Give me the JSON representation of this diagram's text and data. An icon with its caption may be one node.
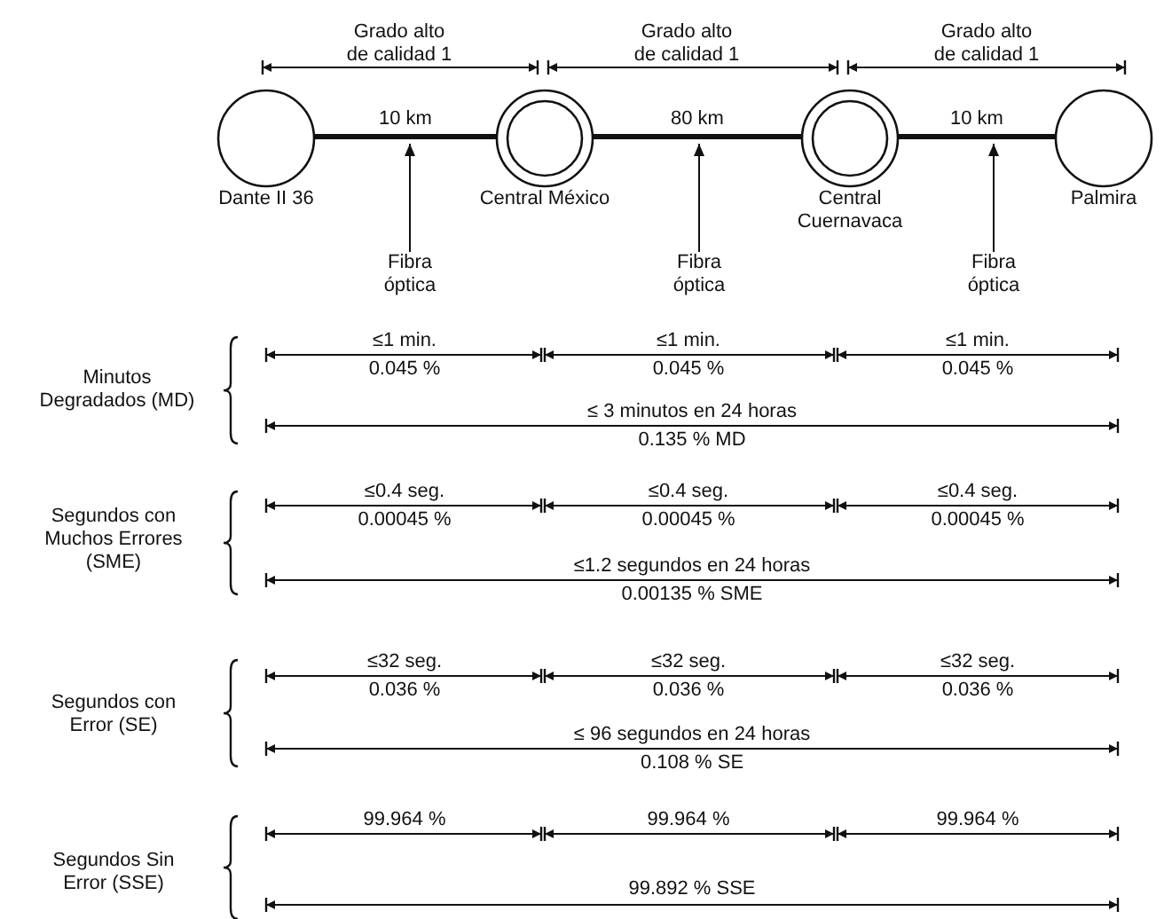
{
  "diagram": {
    "nodes": [
      {
        "text": [
          "Dante II 36"
        ]
      },
      {
        "text": [
          "Central México"
        ]
      },
      {
        "text": [
          "Central Cuernavaca"
        ]
      },
      {
        "text": [
          "Palmira"
        ]
      },
      {
        "text": [
          "Fibra óptica"
        ]
      },
      {
        "text": [
          "Fibra óptica"
        ]
      },
      {
        "text": [
          "Fibra óptica"
        ]
      }
    ],
    "edges": [
      {
        "from": 0,
        "to": 1,
        "arrow": "none",
        "label": "10 km",
        "style": "thick"
      },
      {
        "from": 1,
        "to": 2,
        "arrow": "none",
        "label": "80 km",
        "style": "thick"
      },
      {
        "from": 2,
        "to": 3,
        "arrow": "none",
        "label": "10 km",
        "style": "thick"
      },
      {
        "from": 4,
        "to": null,
        "arrow": "to"
      },
      {
        "from": 5,
        "to": null,
        "arrow": "to"
      },
      {
        "from": 6,
        "to": null,
        "arrow": "to"
      }
    ],
    "labels": [
      "Grado alto de calidad 1",
      "Grado alto de calidad 1",
      "Grado alto de calidad 1",
      "Minutos Degradados (MD)",
      "≤1 min.",
      "≤1 min.",
      "≤1 min.",
      "0.045 %",
      "0.045 %",
      "0.045 %",
      "≤ 3 minutos en 24 horas",
      "0.135 % MD",
      "Segundos con Muchos Errores (SME)",
      "≤0.4 seg.",
      "≤0.4 seg.",
      "≤0.4 seg.",
      "0.00045 %",
      "0.00045 %",
      "0.00045 %",
      "≤1.2 segundos en 24 horas",
      "0.00135 % SME",
      "Segundos con Error (SE)",
      "≤32 seg.",
      "≤32 seg.",
      "≤32 seg.",
      "0.036 %",
      "0.036 %",
      "0.036 %",
      "≤ 96 segundos en 24 horas",
      "0.108 % SE",
      "Segundos Sin Error (SSE)",
      "99.964 %",
      "99.964 %",
      "99.964 %",
      "99.892 % SSE"
    ]
  }
}
